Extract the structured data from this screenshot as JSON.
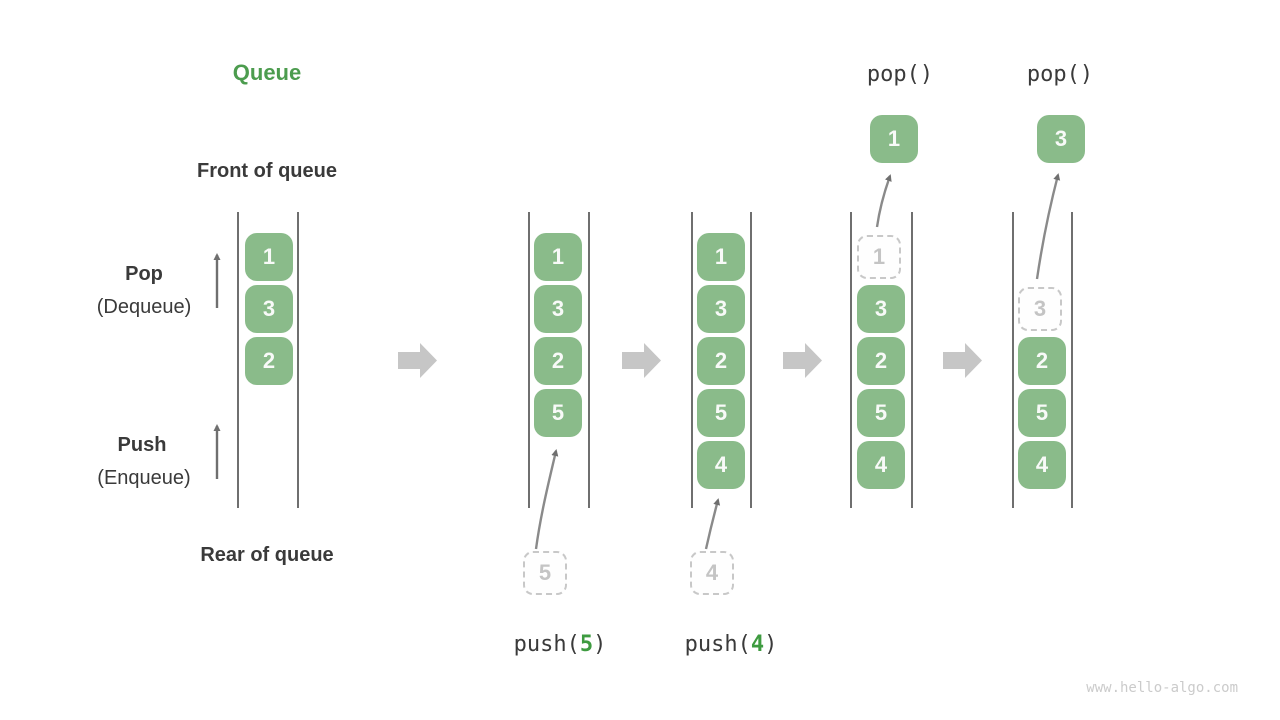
{
  "header": {
    "title": "Queue"
  },
  "labels": {
    "front_of_queue": "Front of queue",
    "rear_of_queue": "Rear of queue",
    "pop": "Pop",
    "pop_alias": "(Dequeue)",
    "push": "Push",
    "push_alias": "(Enqueue)"
  },
  "colors": {
    "accent_green": "#4C9C4E",
    "cell_green": "#8ABB8A",
    "text_dark": "#3A3A3A",
    "arrow_gray": "#757575",
    "block_arrow_gray": "#C6C6C6",
    "ghost_gray": "#C8C8C8"
  },
  "diagram": {
    "queues": [
      {
        "cells": [
          "1",
          "3",
          "2"
        ]
      },
      {
        "cells": [
          "1",
          "3",
          "2",
          "5"
        ]
      },
      {
        "cells": [
          "1",
          "3",
          "2",
          "5",
          "4"
        ]
      },
      {
        "ghost": "1",
        "cells": [
          "3",
          "2",
          "5",
          "4"
        ]
      },
      {
        "ghost": "3",
        "cells": [
          "2",
          "5",
          "4"
        ]
      }
    ],
    "pops": [
      {
        "label": "pop()",
        "value": "1"
      },
      {
        "label": "pop()",
        "value": "3"
      }
    ],
    "pushes": [
      {
        "prefix": "push(",
        "arg": "5",
        "suffix": ")",
        "value": "5"
      },
      {
        "prefix": "push(",
        "arg": "4",
        "suffix": ")",
        "value": "4"
      }
    ]
  },
  "footer": {
    "watermark": "www.hello-algo.com"
  }
}
